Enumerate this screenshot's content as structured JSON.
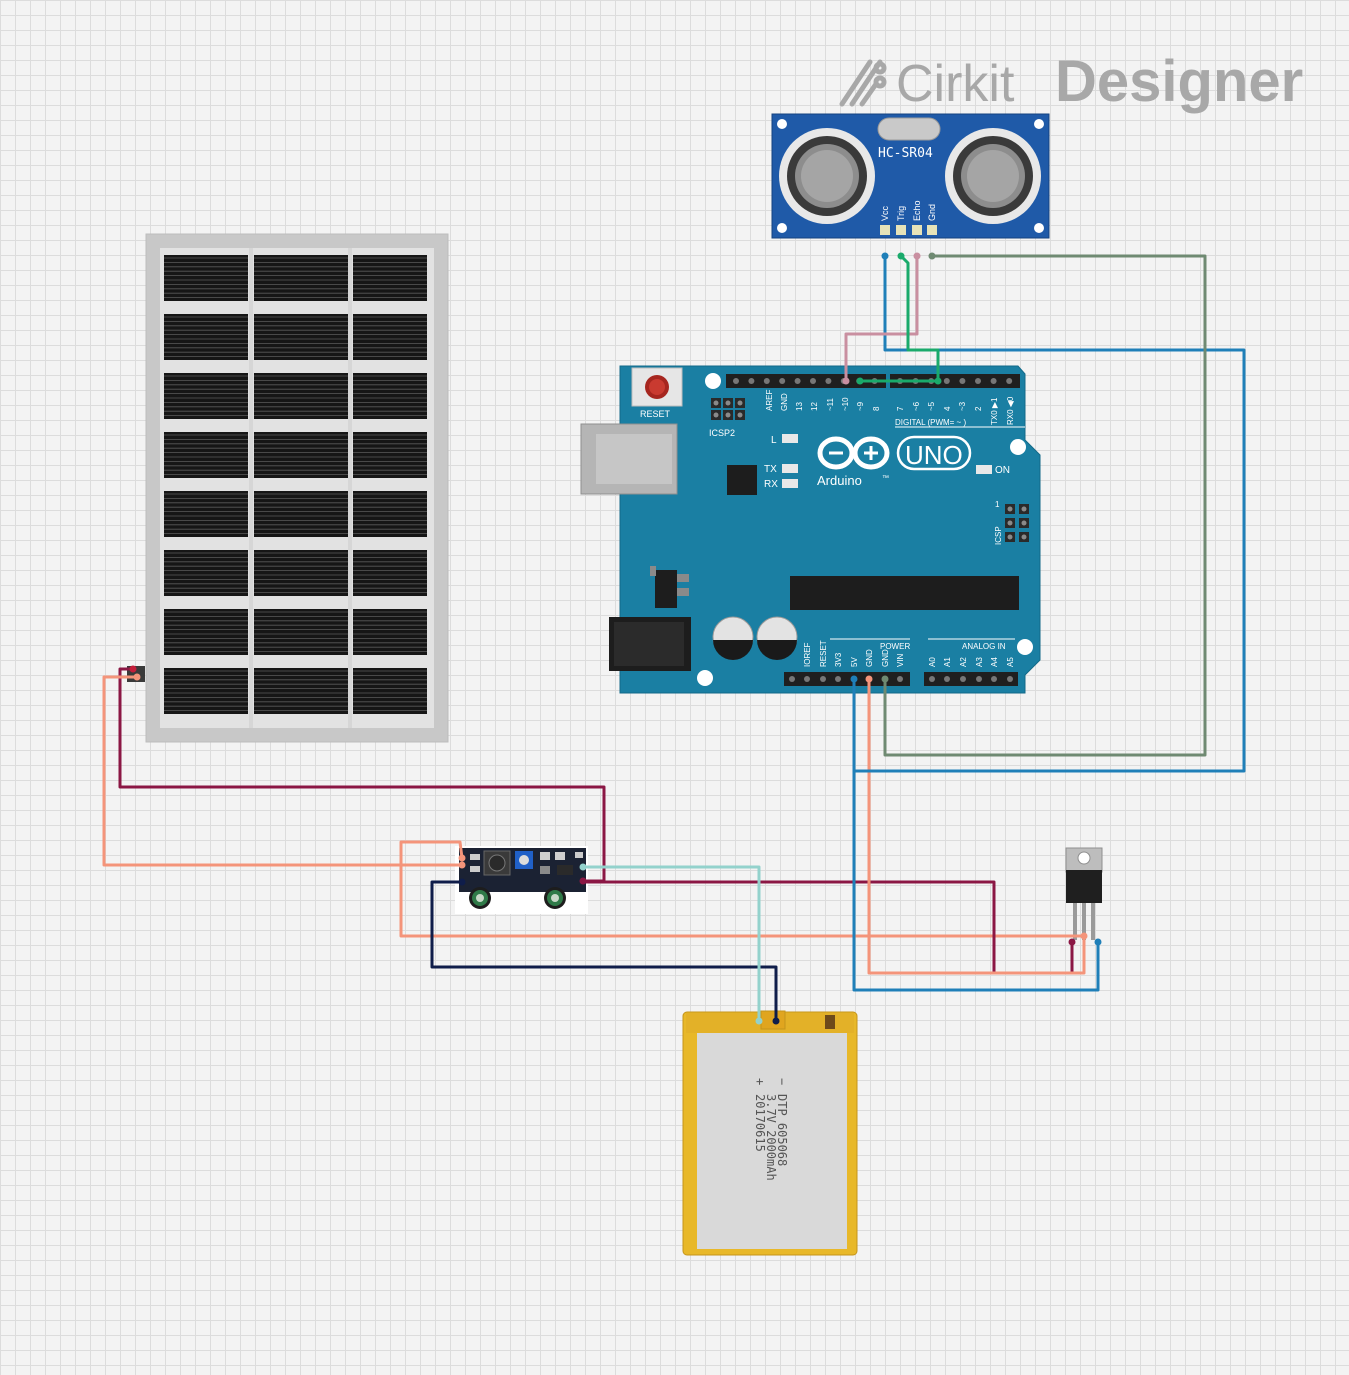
{
  "watermark": {
    "brand": "Cirkit",
    "product": "Designer"
  },
  "sensor": {
    "model": "HC-SR04",
    "pins": [
      "Vcc",
      "Trig",
      "Echo",
      "Gnd"
    ]
  },
  "arduino": {
    "brand": "Arduino",
    "model": "UNO",
    "tm": "™",
    "reset": "RESET",
    "icsp2": "ICSP2",
    "icsp": "ICSP",
    "icsp_pin1": "1",
    "led_l": "L",
    "led_tx": "TX",
    "led_rx": "RX",
    "led_on": "ON",
    "digital_label": "DIGITAL (PWM= ~ )",
    "power_label": "POWER",
    "analog_label": "ANALOG IN",
    "digital_pins": [
      "AREF",
      "GND",
      "13",
      "12",
      "~11",
      "~10",
      "~9",
      "8",
      "7",
      "~6",
      "~5",
      "4",
      "~3",
      "2",
      "TX0 ▶1",
      "RX0 ◀0"
    ],
    "power_pins": [
      "IOREF",
      "RESET",
      "3V3",
      "5V",
      "GND",
      "GND",
      "VIN"
    ],
    "analog_pins": [
      "A0",
      "A1",
      "A2",
      "A3",
      "A4",
      "A5"
    ]
  },
  "battery": {
    "line1": "DTP 605068",
    "line2": "3.7V 2000mAh",
    "line3": "20170615",
    "minus": "−",
    "plus": "+"
  },
  "colors": {
    "wire_dark_red": "#8b1744",
    "wire_salmon": "#f4947a",
    "wire_blue": "#1f7fb8",
    "wire_green": "#1aaa6b",
    "wire_pink": "#c98fa0",
    "wire_gray_green": "#6f8a72",
    "wire_light_teal": "#93d2cc",
    "wire_navy": "#0f1d4a",
    "arduino_board": "#1a7fa3",
    "sensor_board": "#1f5aa8"
  }
}
